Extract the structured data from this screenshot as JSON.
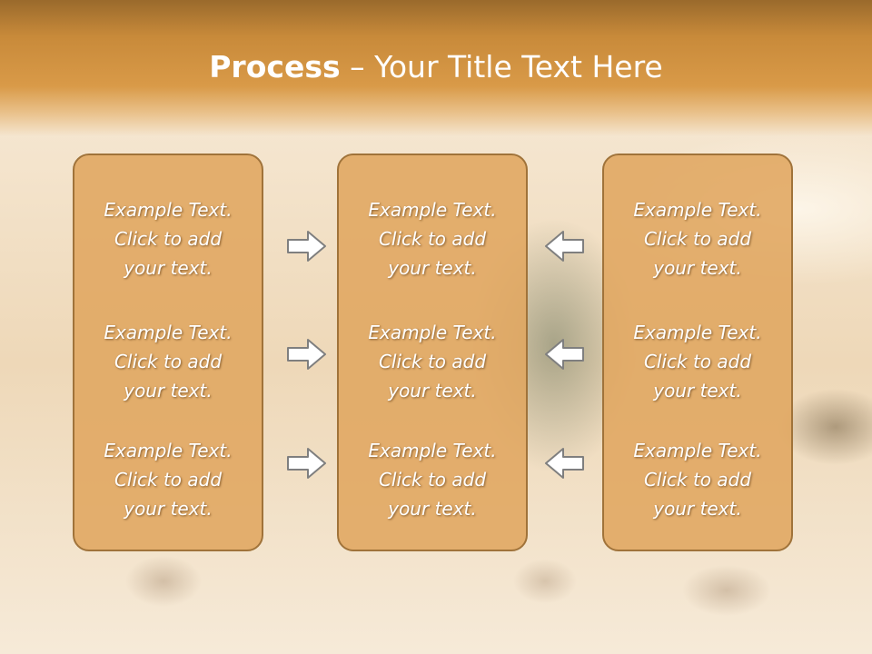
{
  "slide": {
    "title_bold": "Process",
    "title_rest": " – Your Title Text Here"
  },
  "columns": [
    {
      "items": [
        {
          "l1": "Example Text.",
          "l2": "Click  to add",
          "l3": "your text."
        },
        {
          "l1": "Example Text.",
          "l2": "Click  to add",
          "l3": "your text."
        },
        {
          "l1": "Example Text.",
          "l2": "Click  to add",
          "l3": "your text."
        }
      ]
    },
    {
      "items": [
        {
          "l1": "Example Text.",
          "l2": "Click  to add",
          "l3": "your text."
        },
        {
          "l1": "Example Text.",
          "l2": "Click  to add",
          "l3": "your text."
        },
        {
          "l1": "Example Text.",
          "l2": "Click  to add",
          "l3": "your text."
        }
      ]
    },
    {
      "items": [
        {
          "l1": "Example Text.",
          "l2": "Click  to add",
          "l3": "your text."
        },
        {
          "l1": "Example Text.",
          "l2": "Click  to add",
          "l3": "your text."
        },
        {
          "l1": "Example Text.",
          "l2": "Click  to add",
          "l3": "your text."
        }
      ]
    }
  ],
  "icons": {
    "left_arrows": "arrow-right-icon",
    "right_arrows": "arrow-left-icon"
  },
  "colors": {
    "header": "#d99a48",
    "box_fill": "#e0a660",
    "box_border": "#a0733a",
    "text": "#ffffff"
  }
}
